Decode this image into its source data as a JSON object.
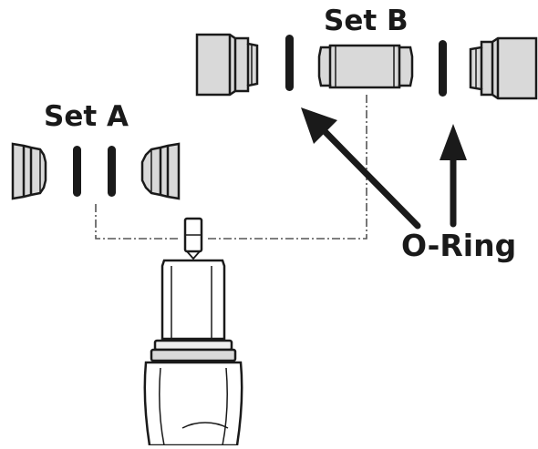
{
  "labels": {
    "set_a": "Set A",
    "set_b": "Set B",
    "o_ring": "O-Ring"
  },
  "colors": {
    "line": "#1a1a1a",
    "part_fill": "#d9d9d9",
    "part_light": "#eeeeee",
    "oring": "#1a1a1a",
    "background": "#ffffff"
  }
}
